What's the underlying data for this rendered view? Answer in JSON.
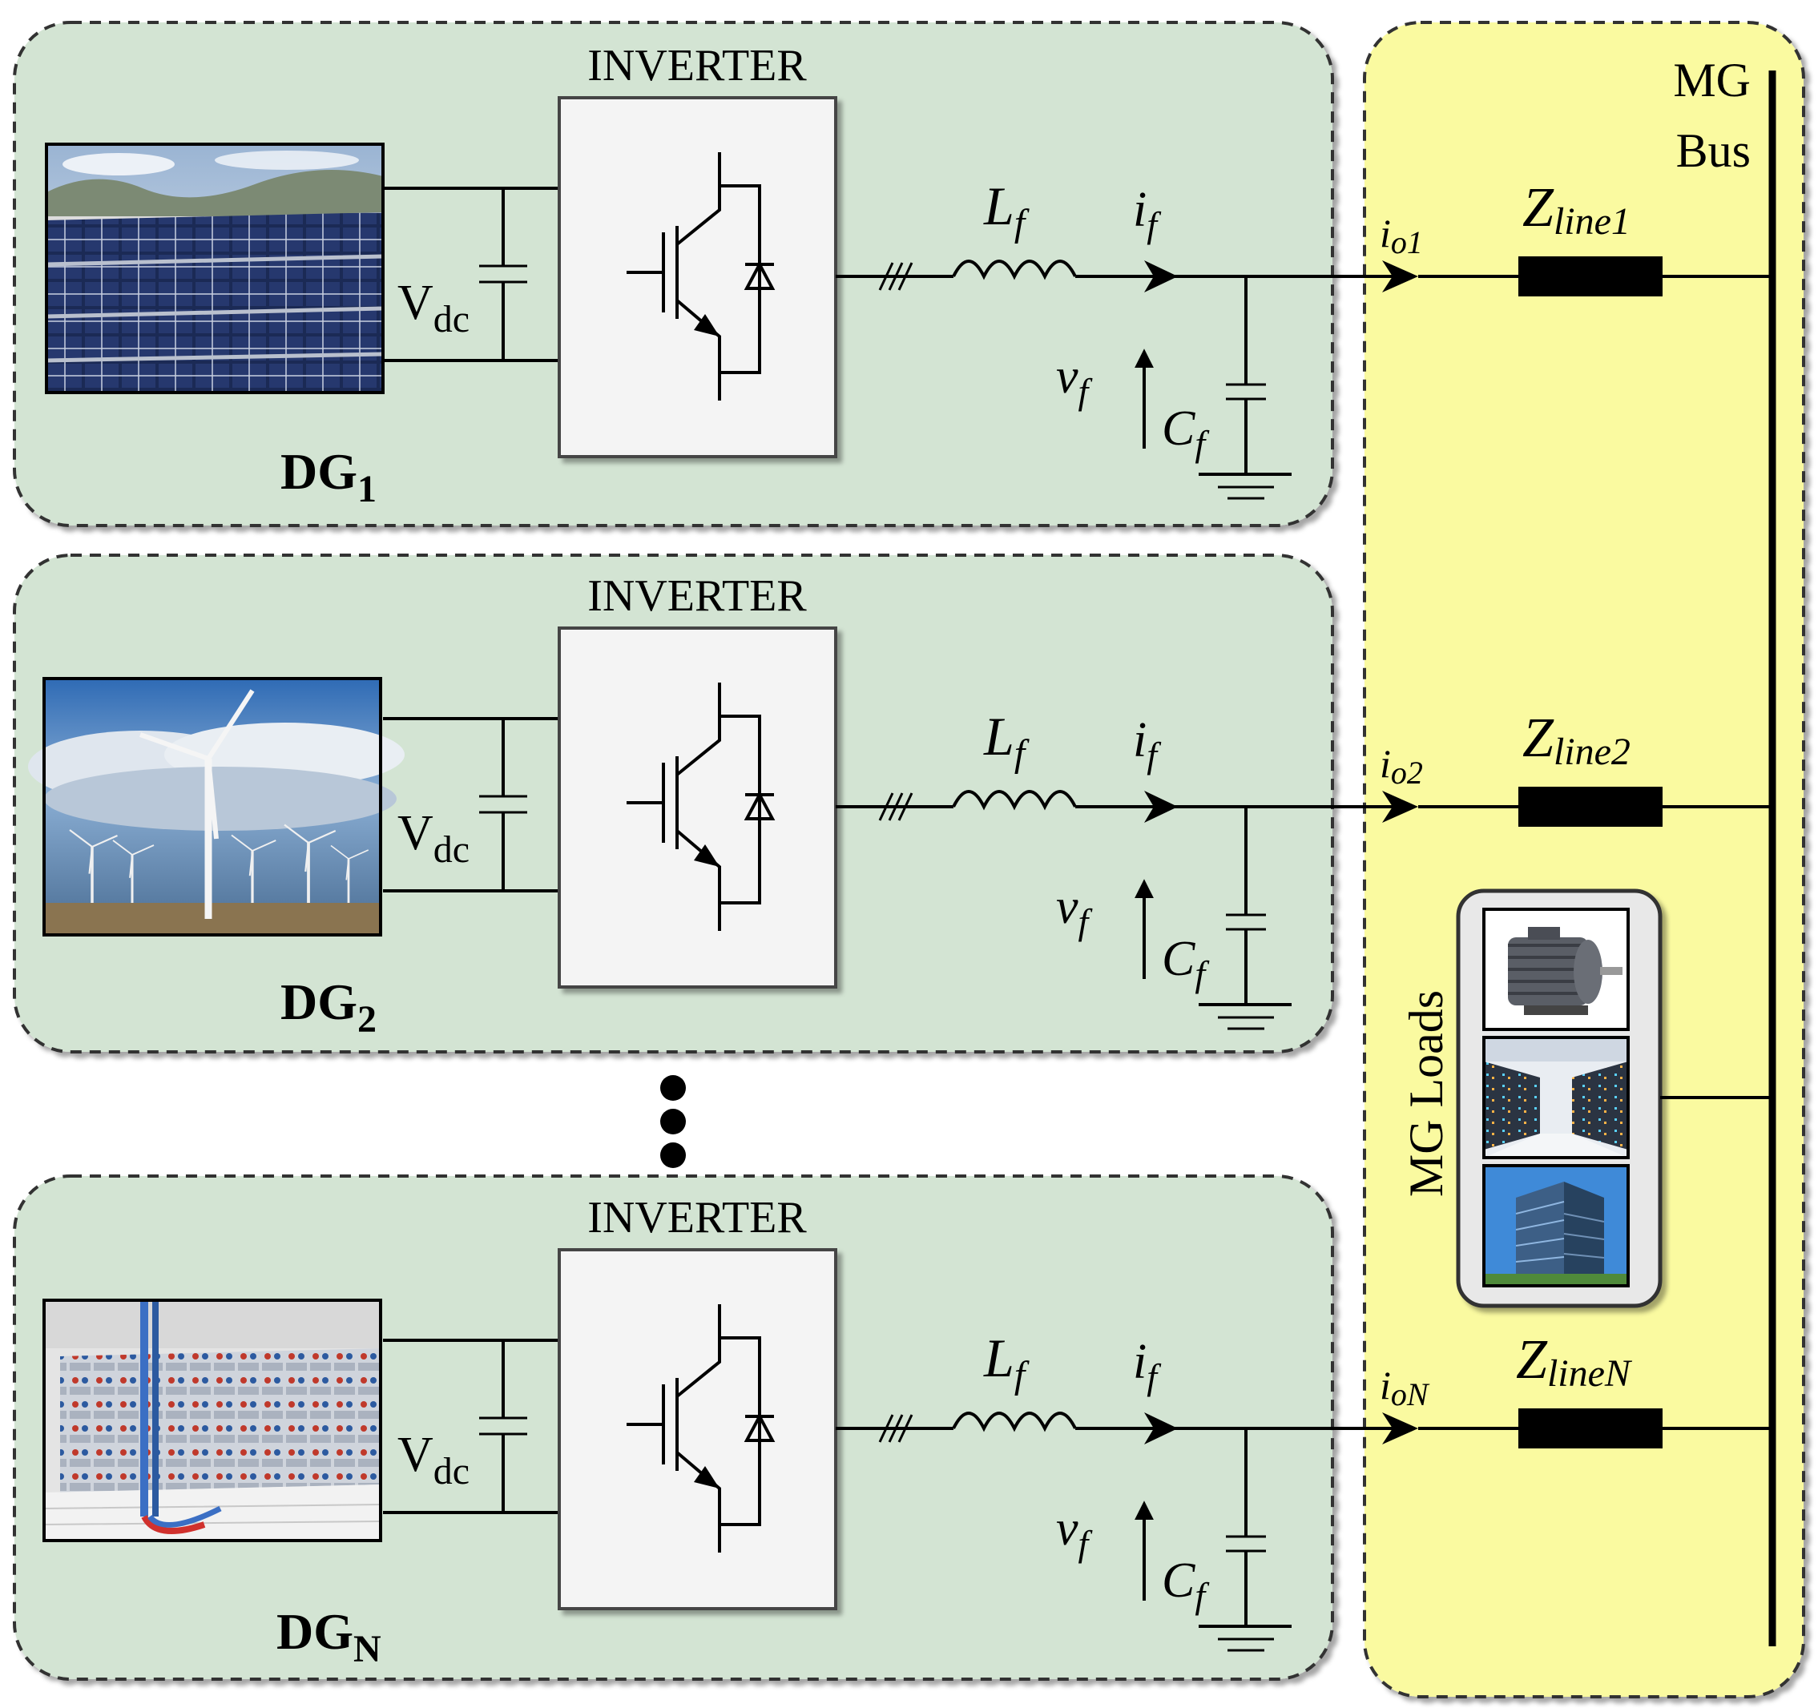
{
  "inverter_label": "INVERTER",
  "vdc_label": {
    "main": "V",
    "sub": "dc"
  },
  "filter_inductor": {
    "main": "L",
    "sub": "f"
  },
  "filter_current": {
    "main": "i",
    "sub": "f"
  },
  "filter_voltage": {
    "main": "v",
    "sub": "f"
  },
  "filter_capacitor": {
    "main": "C",
    "sub": "f"
  },
  "units": [
    {
      "dg_main": "DG",
      "dg_sub": "1",
      "source_picture": "solar-panel-field",
      "io_main": "i",
      "io_sub": "o1",
      "z_main": "Z",
      "z_sub": "line1"
    },
    {
      "dg_main": "DG",
      "dg_sub": "2",
      "source_picture": "wind-turbine-farm",
      "io_main": "i",
      "io_sub": "o2",
      "z_main": "Z",
      "z_sub": "line2"
    },
    {
      "dg_main": "DG",
      "dg_sub": "N",
      "source_picture": "battery-storage-bank",
      "io_main": "i",
      "io_sub": "oN",
      "z_main": "Z",
      "z_sub": "lineN"
    }
  ],
  "bus_label": {
    "line1": "MG",
    "line2": "Bus"
  },
  "loads_label": "MG Loads",
  "load_pictures": [
    "electric-motor",
    "data-center-server-racks",
    "office-building"
  ],
  "colors": {
    "dg_panel": "#d3e4d3",
    "bus_panel": "#fafaa0",
    "inverter_box": "#f4f4f4",
    "load_box": "#e8e8e8"
  }
}
